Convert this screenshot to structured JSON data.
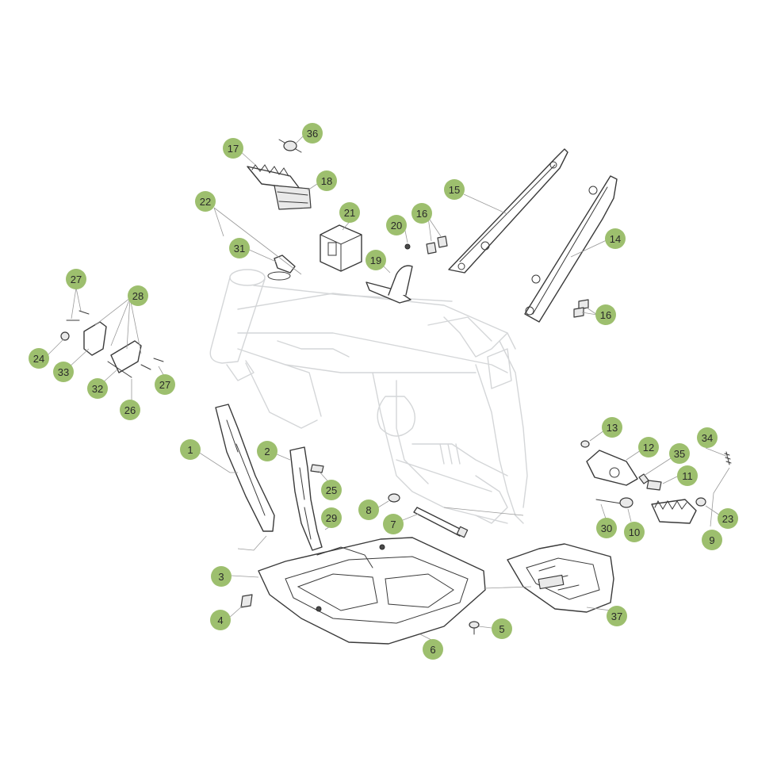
{
  "callouts": [
    {
      "label": "1"
    },
    {
      "label": "2"
    },
    {
      "label": "3"
    },
    {
      "label": "4"
    },
    {
      "label": "5"
    },
    {
      "label": "6"
    },
    {
      "label": "7"
    },
    {
      "label": "8"
    },
    {
      "label": "9"
    },
    {
      "label": "10"
    },
    {
      "label": "11"
    },
    {
      "label": "12"
    },
    {
      "label": "13"
    },
    {
      "label": "14"
    },
    {
      "label": "15"
    },
    {
      "label": "16"
    },
    {
      "label": "16"
    },
    {
      "label": "17"
    },
    {
      "label": "18"
    },
    {
      "label": "19"
    },
    {
      "label": "20"
    },
    {
      "label": "21"
    },
    {
      "label": "22"
    },
    {
      "label": "23"
    },
    {
      "label": "24"
    },
    {
      "label": "25"
    },
    {
      "label": "26"
    },
    {
      "label": "27"
    },
    {
      "label": "27"
    },
    {
      "label": "28"
    },
    {
      "label": "29"
    },
    {
      "label": "30"
    },
    {
      "label": "31"
    },
    {
      "label": "32"
    },
    {
      "label": "33"
    },
    {
      "label": "34"
    },
    {
      "label": "35"
    },
    {
      "label": "36"
    },
    {
      "label": "37"
    }
  ],
  "colors": {
    "callout_fill": "#9dbf6e",
    "callout_text": "#2a2a2a",
    "leader": "#9a9a9a",
    "frame_ghost": "#d4d6d8",
    "part_stroke": "#3a3a3a"
  }
}
